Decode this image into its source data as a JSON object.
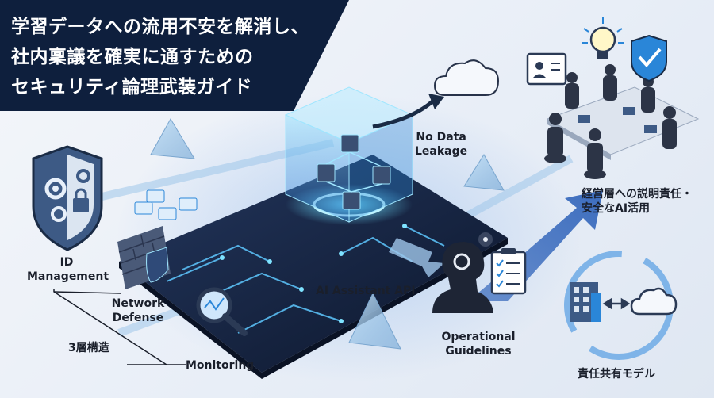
{
  "title_lines": [
    "学習データへの流用不安を解消し、",
    "社内稟議を確実に通すための",
    "セキュリティ論理武装ガイド"
  ],
  "labels": {
    "no_data_leakage_1": "No Data",
    "no_data_leakage_2": "Leakage",
    "accountability_1": "経営層への説明責任・",
    "accountability_2": "安全なAI活用",
    "id_management_1": "ID",
    "id_management_2": "Management",
    "network_defense_1": "Network",
    "network_defense_2": "Defense",
    "three_layer": "3層構造",
    "monitoring": "Monitoring",
    "ai_api": "AI Assistant API",
    "operational_1": "Operational",
    "operational_2": "Guidelines",
    "shared_responsibility": "責任共有モデル"
  },
  "colors": {
    "title_bg": "#0e1f3d",
    "accent_blue": "#2f7fd6",
    "glow_cyan": "#4fd2ff",
    "dark_platform": "#16233f"
  },
  "icons": [
    "shield-gear-lock-icon",
    "firewall-icon",
    "magnifier-icon",
    "cloud-icon",
    "meeting-icon",
    "lightbulb-icon",
    "check-shield-icon",
    "head-gear-icon",
    "checklist-icon",
    "building-icon",
    "cycle-icon"
  ]
}
